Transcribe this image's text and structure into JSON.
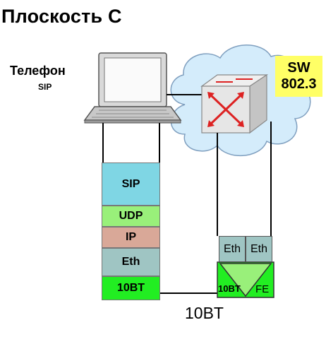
{
  "title": "Плоскость С",
  "phone": {
    "label": "Телефон",
    "sublabel": "SIP"
  },
  "switch": {
    "line1": "SW",
    "line2": "802.3"
  },
  "stack": {
    "sip": "SIP",
    "udp": "UDP",
    "ip": "IP",
    "eth": "Eth",
    "phy": "10BT"
  },
  "switch_stack": {
    "eth_left": "Eth",
    "eth_right": "Eth",
    "phy_left": "10BT",
    "phy_right": "FE"
  },
  "link_label": "10BT",
  "colors": {
    "sip": "#7fd6e4",
    "udp": "#99f07a",
    "ip": "#d9a898",
    "eth": "#9fc5c3",
    "phy": "#22ee22",
    "sw_box": "#ffff66",
    "cloud": "#d4ecfb"
  }
}
